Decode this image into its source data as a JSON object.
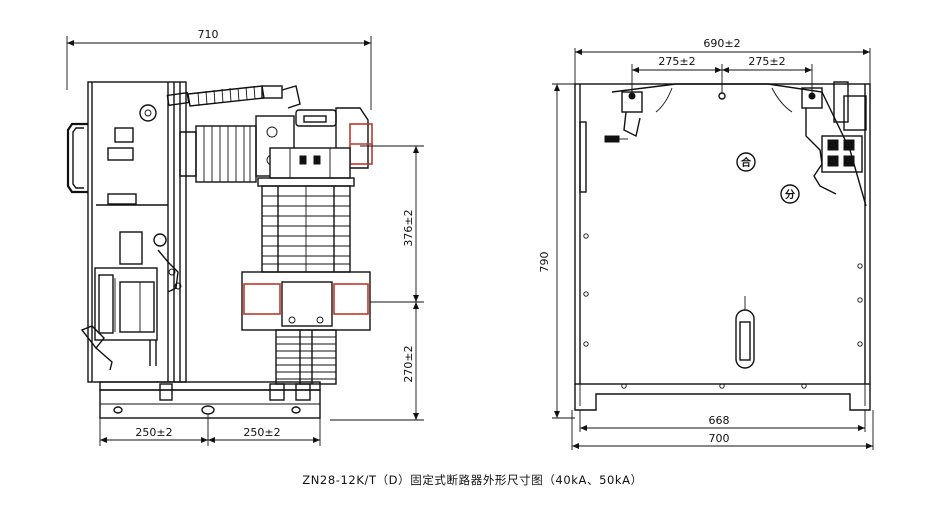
{
  "left_view": {
    "dims": {
      "total_width": "710",
      "bolt_pitch_left": "250±2",
      "bolt_pitch_right": "250±2",
      "terminal_upper": "376±2",
      "terminal_lower": "270±2"
    }
  },
  "right_view": {
    "dims": {
      "width_top": "690±2",
      "hole_left": "275±2",
      "hole_right": "275±2",
      "height": "790",
      "inner_width": "668",
      "total_width": "700"
    },
    "indicators": {
      "close": "合",
      "open": "分"
    }
  },
  "caption": "ZN28-12K/T（D）固定式断路器外形尺寸图（40kA、50kA）"
}
